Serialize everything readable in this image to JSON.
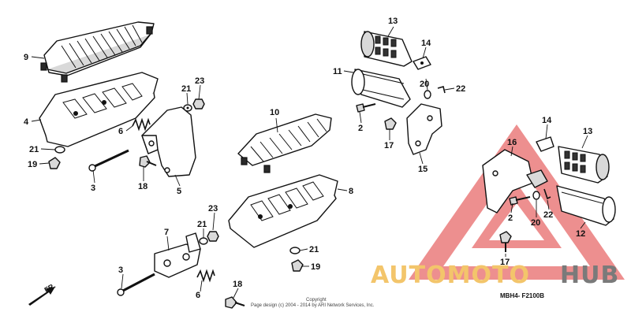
{
  "diagram": {
    "code": "MBH4- F2100B",
    "direction_label": "FR.",
    "copyright_line1": "Copyright",
    "copyright_line2": "Page design (c) 2004 - 2014 by ARI Network Services, Inc."
  },
  "callouts": [
    {
      "id": "c9",
      "label": "9"
    },
    {
      "id": "c4",
      "label": "4"
    },
    {
      "id": "c21a",
      "label": "21"
    },
    {
      "id": "c23a",
      "label": "23"
    },
    {
      "id": "c6a",
      "label": "6"
    },
    {
      "id": "c21b",
      "label": "21"
    },
    {
      "id": "c19a",
      "label": "19"
    },
    {
      "id": "c3a",
      "label": "3"
    },
    {
      "id": "c18a",
      "label": "18"
    },
    {
      "id": "c5",
      "label": "5"
    },
    {
      "id": "c10",
      "label": "10"
    },
    {
      "id": "c8",
      "label": "8"
    },
    {
      "id": "c7",
      "label": "7"
    },
    {
      "id": "c23b",
      "label": "23"
    },
    {
      "id": "c21c",
      "label": "21"
    },
    {
      "id": "c21d",
      "label": "21"
    },
    {
      "id": "c19b",
      "label": "19"
    },
    {
      "id": "c3b",
      "label": "3"
    },
    {
      "id": "c6b",
      "label": "6"
    },
    {
      "id": "c18b",
      "label": "18"
    },
    {
      "id": "c13a",
      "label": "13"
    },
    {
      "id": "c14a",
      "label": "14"
    },
    {
      "id": "c11",
      "label": "11"
    },
    {
      "id": "c20a",
      "label": "20"
    },
    {
      "id": "c22a",
      "label": "22"
    },
    {
      "id": "c2a",
      "label": "2"
    },
    {
      "id": "c17a",
      "label": "17"
    },
    {
      "id": "c15",
      "label": "15"
    },
    {
      "id": "c14b",
      "label": "14"
    },
    {
      "id": "c13b",
      "label": "13"
    },
    {
      "id": "c16",
      "label": "16"
    },
    {
      "id": "c2b",
      "label": "2"
    },
    {
      "id": "c20b",
      "label": "20"
    },
    {
      "id": "c22b",
      "label": "22"
    },
    {
      "id": "c12",
      "label": "12"
    },
    {
      "id": "c17b",
      "label": "17"
    }
  ],
  "watermark": {
    "part1": "AUTOMOTO",
    "part2": "HUB",
    "color1": "#f3c56b",
    "color2": "#7a7a7a",
    "triangle_color": "#e86a6a"
  }
}
